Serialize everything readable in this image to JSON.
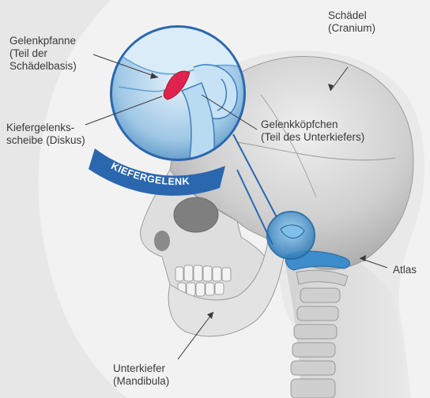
{
  "labels": {
    "gelenkpfanne": {
      "line1": "Gelenkpfanne",
      "line2": "(Teil der",
      "line3": "Schädelbasis)"
    },
    "schaedel": {
      "line1": "Schädel",
      "line2": "(Cranium)"
    },
    "kiefergelenksscheibe": {
      "line1": "Kiefergelenks-",
      "line2": "scheibe (Diskus)"
    },
    "gelenkkoepfchen": {
      "line1": "Gelenkköpfchen",
      "line2": "(Teil des Unterkiefers)"
    },
    "atlas": {
      "line1": "Atlas"
    },
    "unterkiefer": {
      "line1": "Unterkiefer",
      "line2": "(Mandibula)"
    }
  },
  "banner": {
    "text": "KIEFERGELENK"
  },
  "colors": {
    "accent_blue": "#2b67ae",
    "bone_light": "#d9d9d9",
    "bone_shadow": "#a9a9a9",
    "joint_blue": "#5aa8dd",
    "disc_red": "#e0234e",
    "background": "#f2f2f2"
  }
}
